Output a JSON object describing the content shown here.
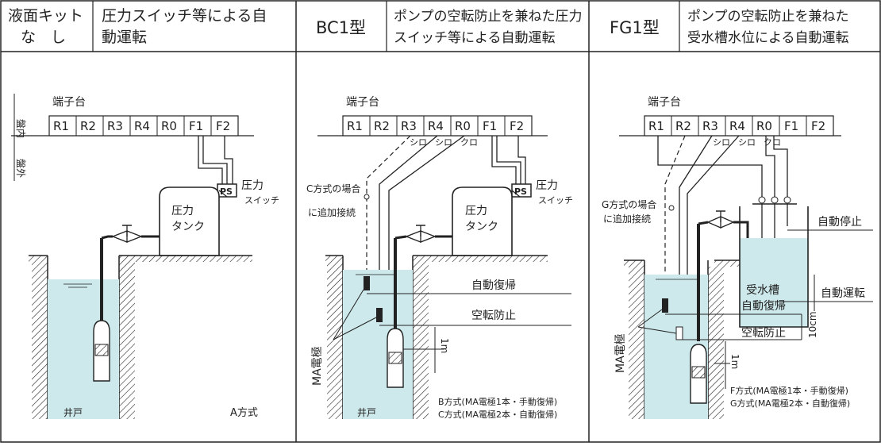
{
  "colors": {
    "water": "#cde9ec",
    "line": "#222222",
    "pump_body": "#ffffff"
  },
  "header": {
    "col_a_label": [
      "液面キット",
      "な　し"
    ],
    "col_a_desc": [
      "圧力スイッチ等による自",
      "動運転"
    ],
    "col_b_label": "BC1型",
    "col_b_desc": [
      "ポンプの空転防止を兼ねた圧力",
      "スイッチ等による自動運転"
    ],
    "col_c_label": "FG1型",
    "col_c_desc": [
      "ポンプの空転防止を兼ねた",
      "受水槽水位による自動運転"
    ]
  },
  "terminal_block": {
    "title": "端子台",
    "terminals": [
      "R1",
      "R2",
      "R3",
      "R4",
      "R0",
      "F1",
      "F2"
    ],
    "wire_marks": [
      "シロ",
      "シロ",
      "クロ"
    ]
  },
  "panel_a": {
    "side_in": "盤内",
    "side_out": "盤外",
    "ps_badge": "PS",
    "pressure_switch": [
      "圧力",
      "スイッチ"
    ],
    "tank_label": [
      "圧力",
      "タンク"
    ],
    "well_label": "井戸",
    "method": "A方式"
  },
  "panel_b": {
    "c_note": [
      "C方式の場合",
      "に追加接続"
    ],
    "ps_badge": "PS",
    "pressure_switch": [
      "圧力",
      "スイッチ"
    ],
    "tank_label": [
      "圧力",
      "タンク"
    ],
    "auto_reset": "自動復帰",
    "dry_run": "空転防止",
    "electrode": "MA電極",
    "meter": "1m",
    "well_label": "井戸",
    "method_b": "B方式(MA電極1本・手動復帰)",
    "method_c": "C方式(MA電極2本・自動復帰)"
  },
  "panel_c": {
    "g_note": [
      "G方式の場合",
      "に追加接続"
    ],
    "auto_stop": "自動停止",
    "auto_run": "自動運転",
    "tank_label": "受水槽",
    "auto_reset": "自動復帰",
    "cm": "10cm",
    "dry_run": "空転防止",
    "electrode": "MA電極",
    "meter": "1m",
    "method_f": "F方式(MA電極1本・手動復帰)",
    "method_g": "G方式(MA電極2本・自動復帰)"
  }
}
